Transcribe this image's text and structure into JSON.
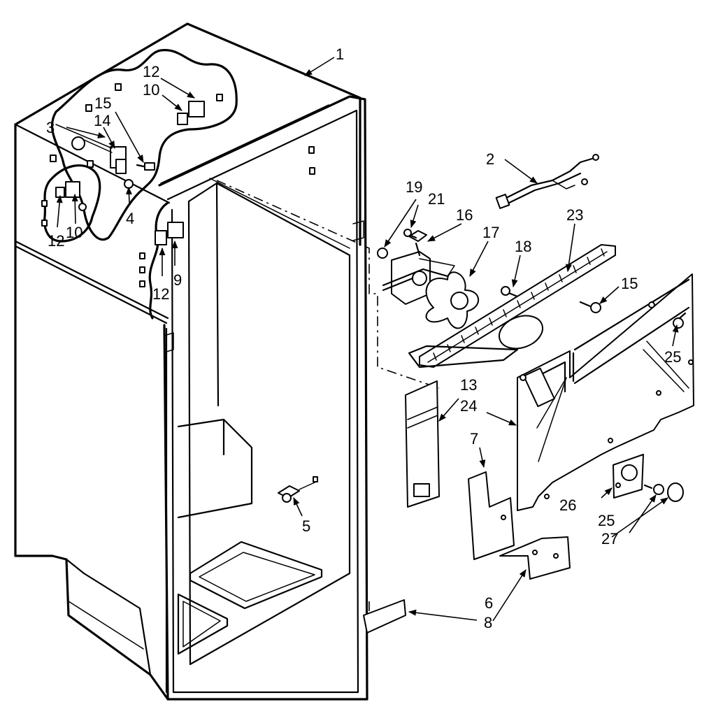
{
  "labels": [
    {
      "id": "1",
      "text": "1"
    },
    {
      "id": "2",
      "text": "2"
    },
    {
      "id": "3",
      "text": "3"
    },
    {
      "id": "4",
      "text": "4"
    },
    {
      "id": "5",
      "text": "5"
    },
    {
      "id": "6",
      "text": "6"
    },
    {
      "id": "7",
      "text": "7"
    },
    {
      "id": "8",
      "text": "8"
    },
    {
      "id": "9",
      "text": "9"
    },
    {
      "id": "10a",
      "text": "10"
    },
    {
      "id": "10b",
      "text": "10"
    },
    {
      "id": "12a",
      "text": "12"
    },
    {
      "id": "12b",
      "text": "12"
    },
    {
      "id": "12c",
      "text": "12"
    },
    {
      "id": "13",
      "text": "13"
    },
    {
      "id": "14",
      "text": "14"
    },
    {
      "id": "15a",
      "text": "15"
    },
    {
      "id": "15b",
      "text": "15"
    },
    {
      "id": "16",
      "text": "16"
    },
    {
      "id": "17",
      "text": "17"
    },
    {
      "id": "18",
      "text": "18"
    },
    {
      "id": "19",
      "text": "19"
    },
    {
      "id": "21",
      "text": "21"
    },
    {
      "id": "23",
      "text": "23"
    },
    {
      "id": "24",
      "text": "24"
    },
    {
      "id": "25a",
      "text": "25"
    },
    {
      "id": "25b",
      "text": "25"
    },
    {
      "id": "26",
      "text": "26"
    },
    {
      "id": "27",
      "text": "27"
    }
  ]
}
